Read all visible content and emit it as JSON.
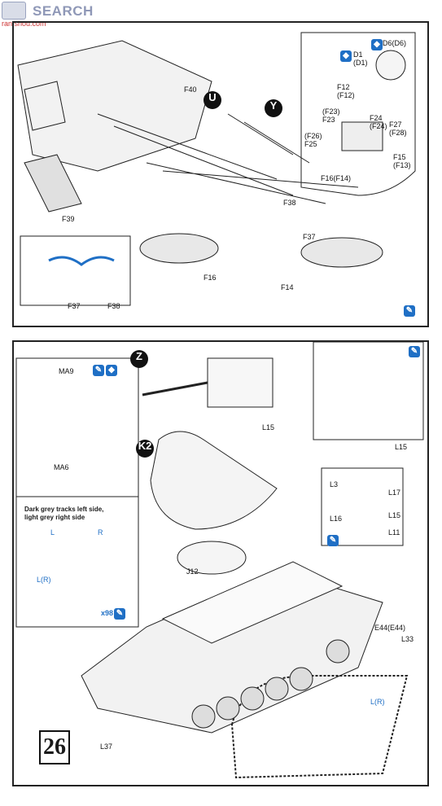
{
  "watermark": {
    "brand": "SEARCH",
    "site": "ran.shou.com"
  },
  "step_number": "26",
  "top_panel": {
    "labels": [
      "F40",
      "F39",
      "F38",
      "F37",
      "F16",
      "F14"
    ],
    "inset_labels": [
      "F37",
      "F38"
    ],
    "callouts": [
      "U",
      "Y"
    ],
    "detail_labels": [
      "D6(D6)",
      "D1\n(D1)",
      "F12\n(F12)",
      "(F23)\nF23",
      "F24\n(F24)",
      "F27\n(F28)",
      "(F26)\nF25",
      "F15\n(F13)",
      "F16(F14)"
    ]
  },
  "bottom_panel": {
    "callouts": [
      "Z",
      "K2"
    ],
    "labels": [
      "MA9",
      "MA6",
      "L15",
      "L15",
      "J12",
      "E44(E44)",
      "L33",
      "L(R)",
      "L37"
    ],
    "parts_box_labels": [
      "L3",
      "L17",
      "L16",
      "L15",
      "L11"
    ],
    "track_note": "Dark grey tracks left side,\nlight grey right side",
    "track_L": "L",
    "track_R": "R",
    "track_count_label": "L(R)",
    "track_count": "x98"
  },
  "colors": {
    "accent_blue": "#1f6fc5",
    "ink": "#111111"
  }
}
